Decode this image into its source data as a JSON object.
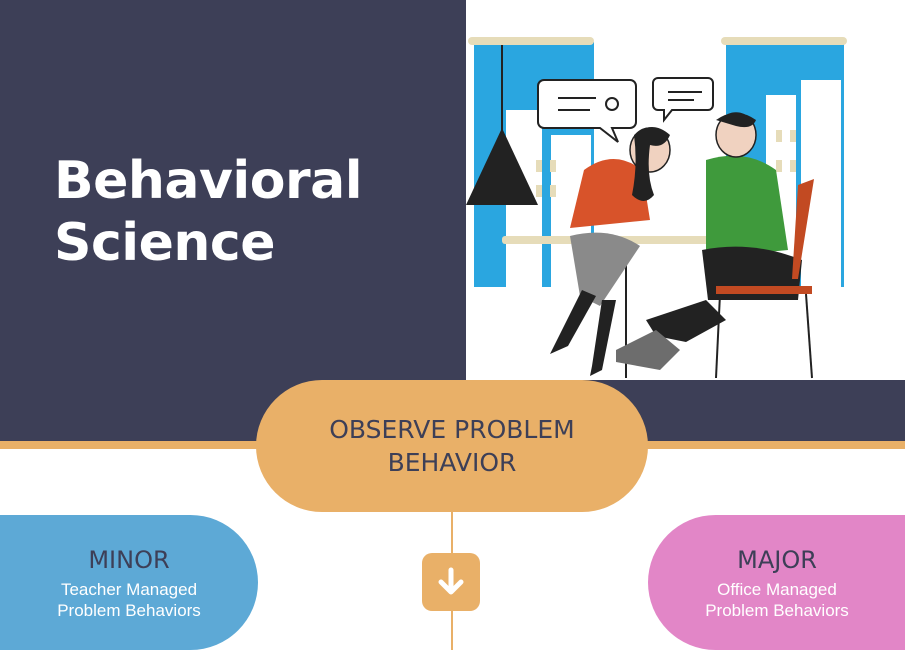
{
  "hero": {
    "title_line1": "Behavioral",
    "title_line2": "Science",
    "illustration_icon": "two-people-chatting-illustration"
  },
  "flow": {
    "root": {
      "line1": "OBSERVE PROBLEM",
      "line2": "BEHAVIOR"
    },
    "minor": {
      "heading": "MINOR",
      "sub_line1": "Teacher Managed",
      "sub_line2": "Problem Behaviors"
    },
    "major": {
      "heading": "MAJOR",
      "sub_line1": "Office Managed",
      "sub_line2": "Problem Behaviors"
    },
    "arrow_icon": "arrow-down-icon"
  },
  "colors": {
    "navy": "#3d3f57",
    "orange": "#e9b068",
    "blue": "#5da9d6",
    "pink": "#e286c7"
  }
}
